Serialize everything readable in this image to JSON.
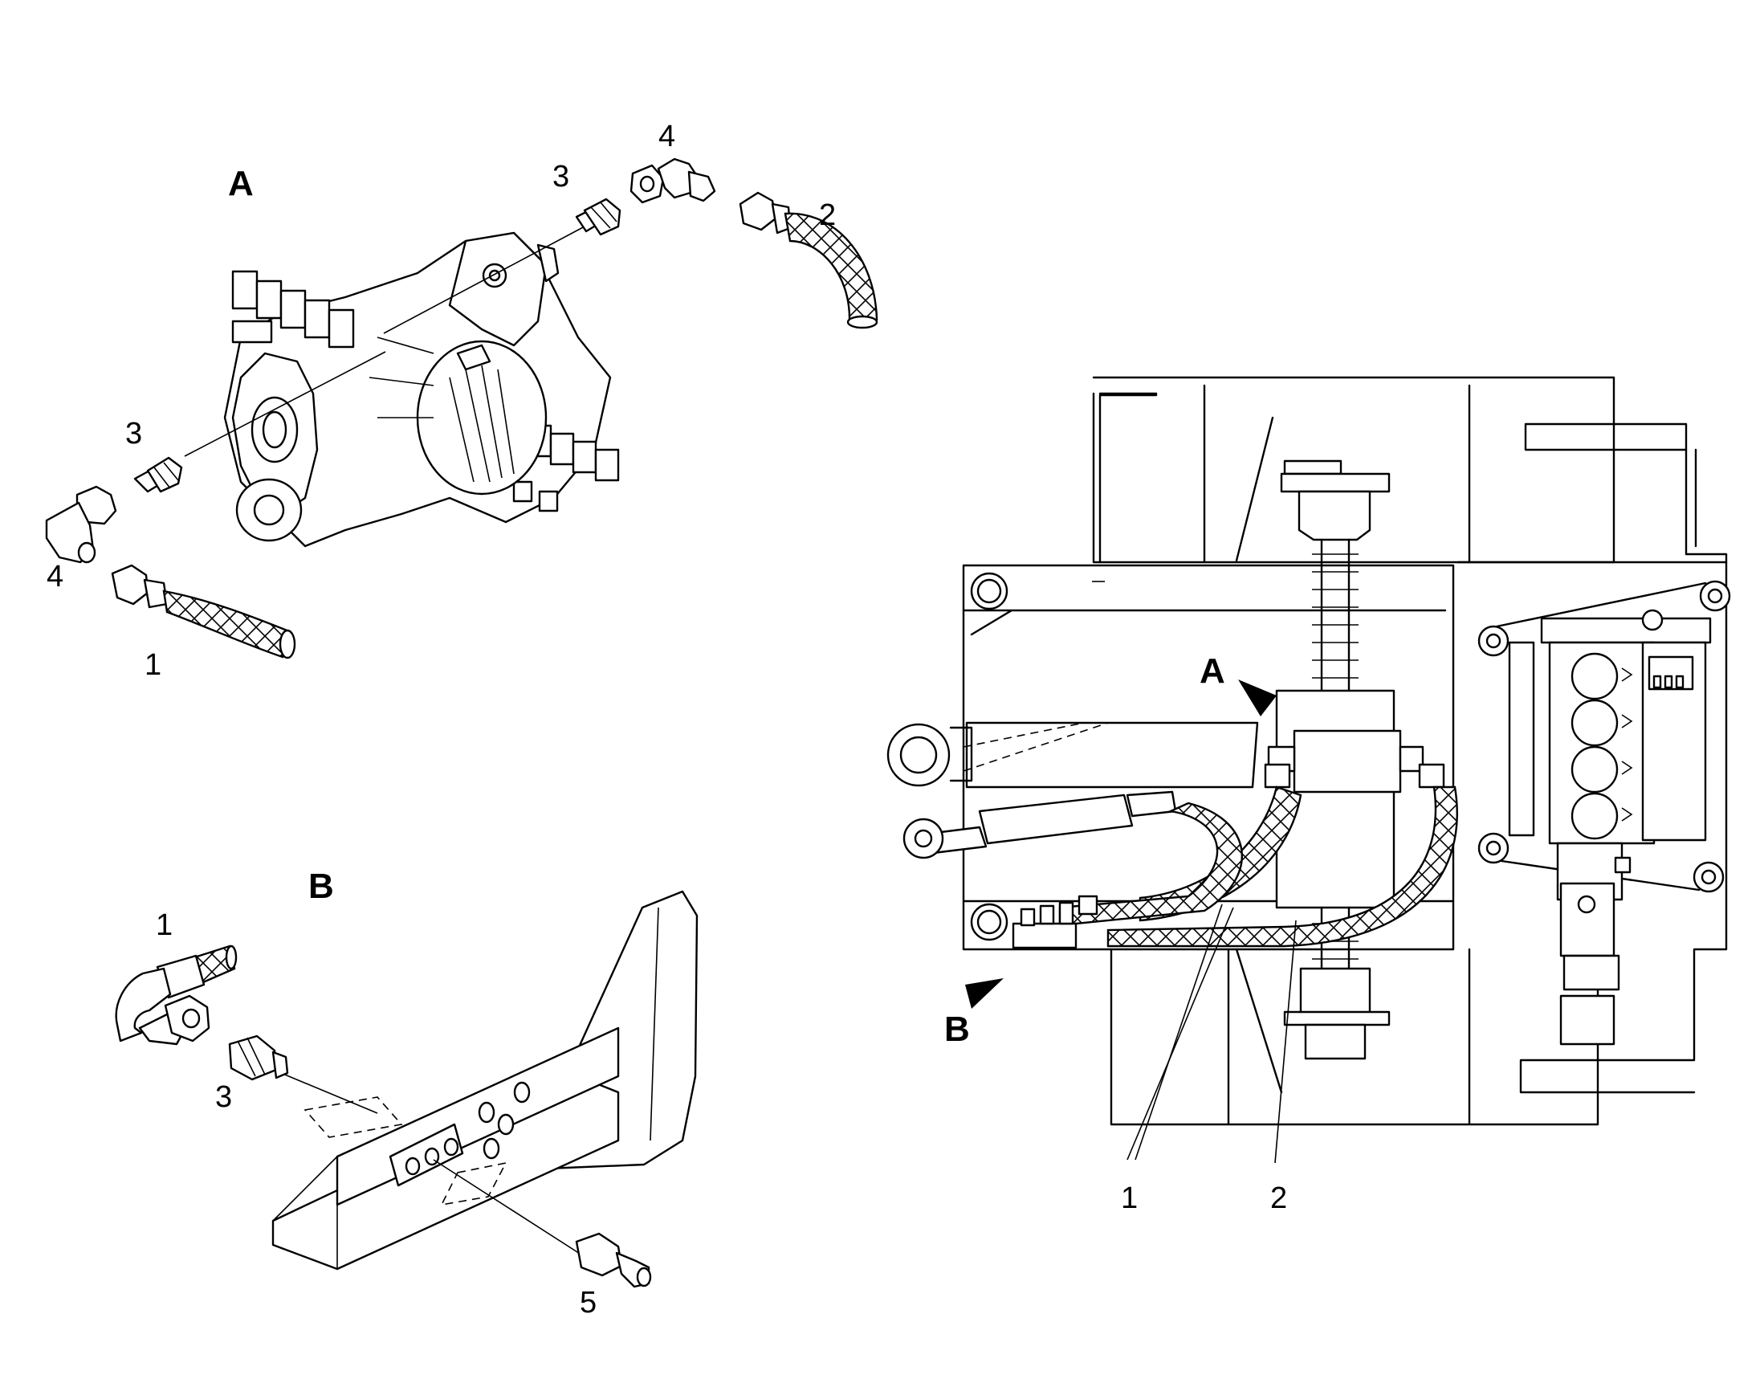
{
  "views": {
    "view_a": {
      "letter": "A",
      "callouts": {
        "hose_left": "1",
        "hose_right": "2",
        "adapter_left": "3",
        "adapter_right": "3",
        "elbow_left": "4",
        "elbow_right": "4"
      }
    },
    "view_b": {
      "letter": "B",
      "callouts": {
        "hose": "1",
        "adapter": "3",
        "grease_nipple": "5"
      }
    },
    "overview": {
      "pointer_a": "A",
      "pointer_b": "B",
      "callouts": {
        "hose_pair": "1",
        "hose": "2"
      }
    }
  }
}
